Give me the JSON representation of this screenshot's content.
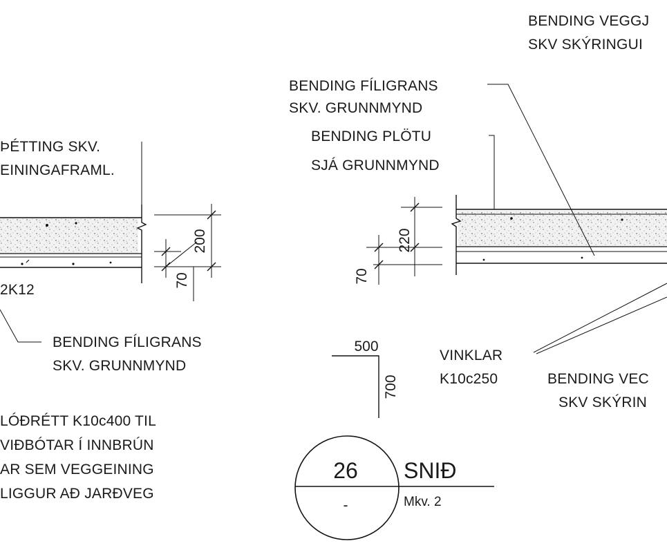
{
  "labels": {
    "bending_veggj": "BENDING VEGGJ",
    "skv_skyringu": "SKV SKÝRINGUI",
    "bending_filigrans_top_1": "BENDING FÍLIGRANS",
    "bending_filigrans_top_2": "SKV. GRUNNMYND",
    "bending_plotu_1": "BENDING PLÖTU",
    "bending_plotu_2": "SJÁ GRUNNMYND",
    "thetting_1": "ÞÉTTING SKV.",
    "thetting_2": "EININGAFRAML.",
    "rebar_2k12": "2K12",
    "bending_filigrans_bottom_1": "BENDING FÍLIGRANS",
    "bending_filigrans_bottom_2": "SKV. GRUNNMYND",
    "vinklar_1": "VINKLAR",
    "vinklar_2": "K10c250",
    "bending_veg_1": "BENDING VEC",
    "bending_veg_2": "SKV SKÝRIN",
    "lodrett_1": "LÓÐRÉTT K10c400 TIL",
    "lodrett_2": "VIÐBÓTAR Í INNBRÚN",
    "lodrett_3": "AR SEM VEGGEINING",
    "lodrett_4": "LIGGUR AÐ JARÐVEG"
  },
  "dimensions": {
    "left_200": "200",
    "left_70": "70",
    "right_220": "220",
    "right_70": "70",
    "angle_500": "500",
    "angle_700": "700"
  },
  "title_block": {
    "number": "26",
    "sheet": "-",
    "title": "SNIÐ",
    "scale": "Mkv. 2"
  }
}
